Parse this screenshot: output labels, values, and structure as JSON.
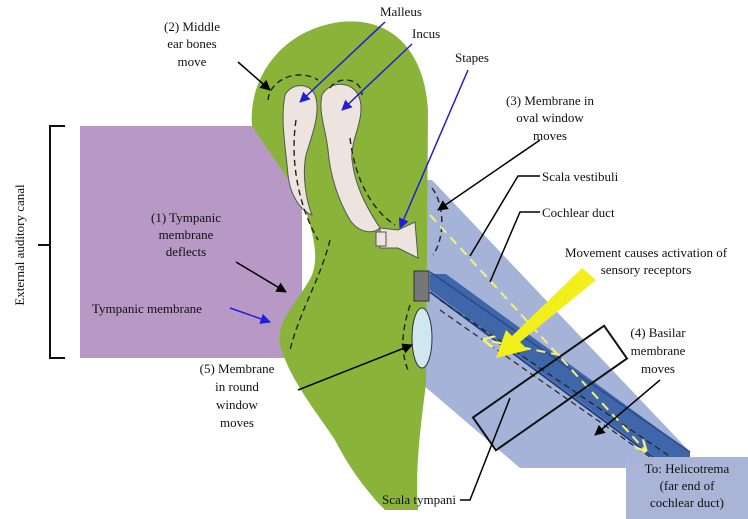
{
  "labels": {
    "malleus": "Malleus",
    "incus": "Incus",
    "stapes": "Stapes",
    "middle_ear_bones": [
      "(2) Middle",
      "ear bones",
      "move"
    ],
    "oval_window": [
      "(3) Membrane in",
      "oval window",
      "moves"
    ],
    "scala_vestibuli": "Scala vestibuli",
    "cochlear_duct": "Cochlear duct",
    "activation": [
      "Movement causes activation of",
      "sensory receptors"
    ],
    "tympanic_deflects": [
      "(1) Tympanic",
      "membrane",
      "deflects"
    ],
    "tympanic_membrane": "Tympanic membrane",
    "basilar": [
      "(4)  Basilar",
      "membrane",
      "moves"
    ],
    "round_window": [
      "(5) Membrane",
      "in round",
      "window",
      "moves"
    ],
    "helicotrema": [
      "To: Helicotrema",
      "(far end of",
      "cochlear duct)"
    ],
    "scala_tympani": "Scala tympani",
    "external_canal": "External auditory canal"
  },
  "colors": {
    "canal": "#b898c4",
    "middle_ear": "#8ab33a",
    "bone": "#ede4e0",
    "cochlea": "#a5b3d9",
    "cochlear_duct": "#3f66a8",
    "arrow_blue": "#1f1fd6",
    "activation_arrow": "#f2ef1a",
    "dashed_yellow": "#f5f07a"
  }
}
